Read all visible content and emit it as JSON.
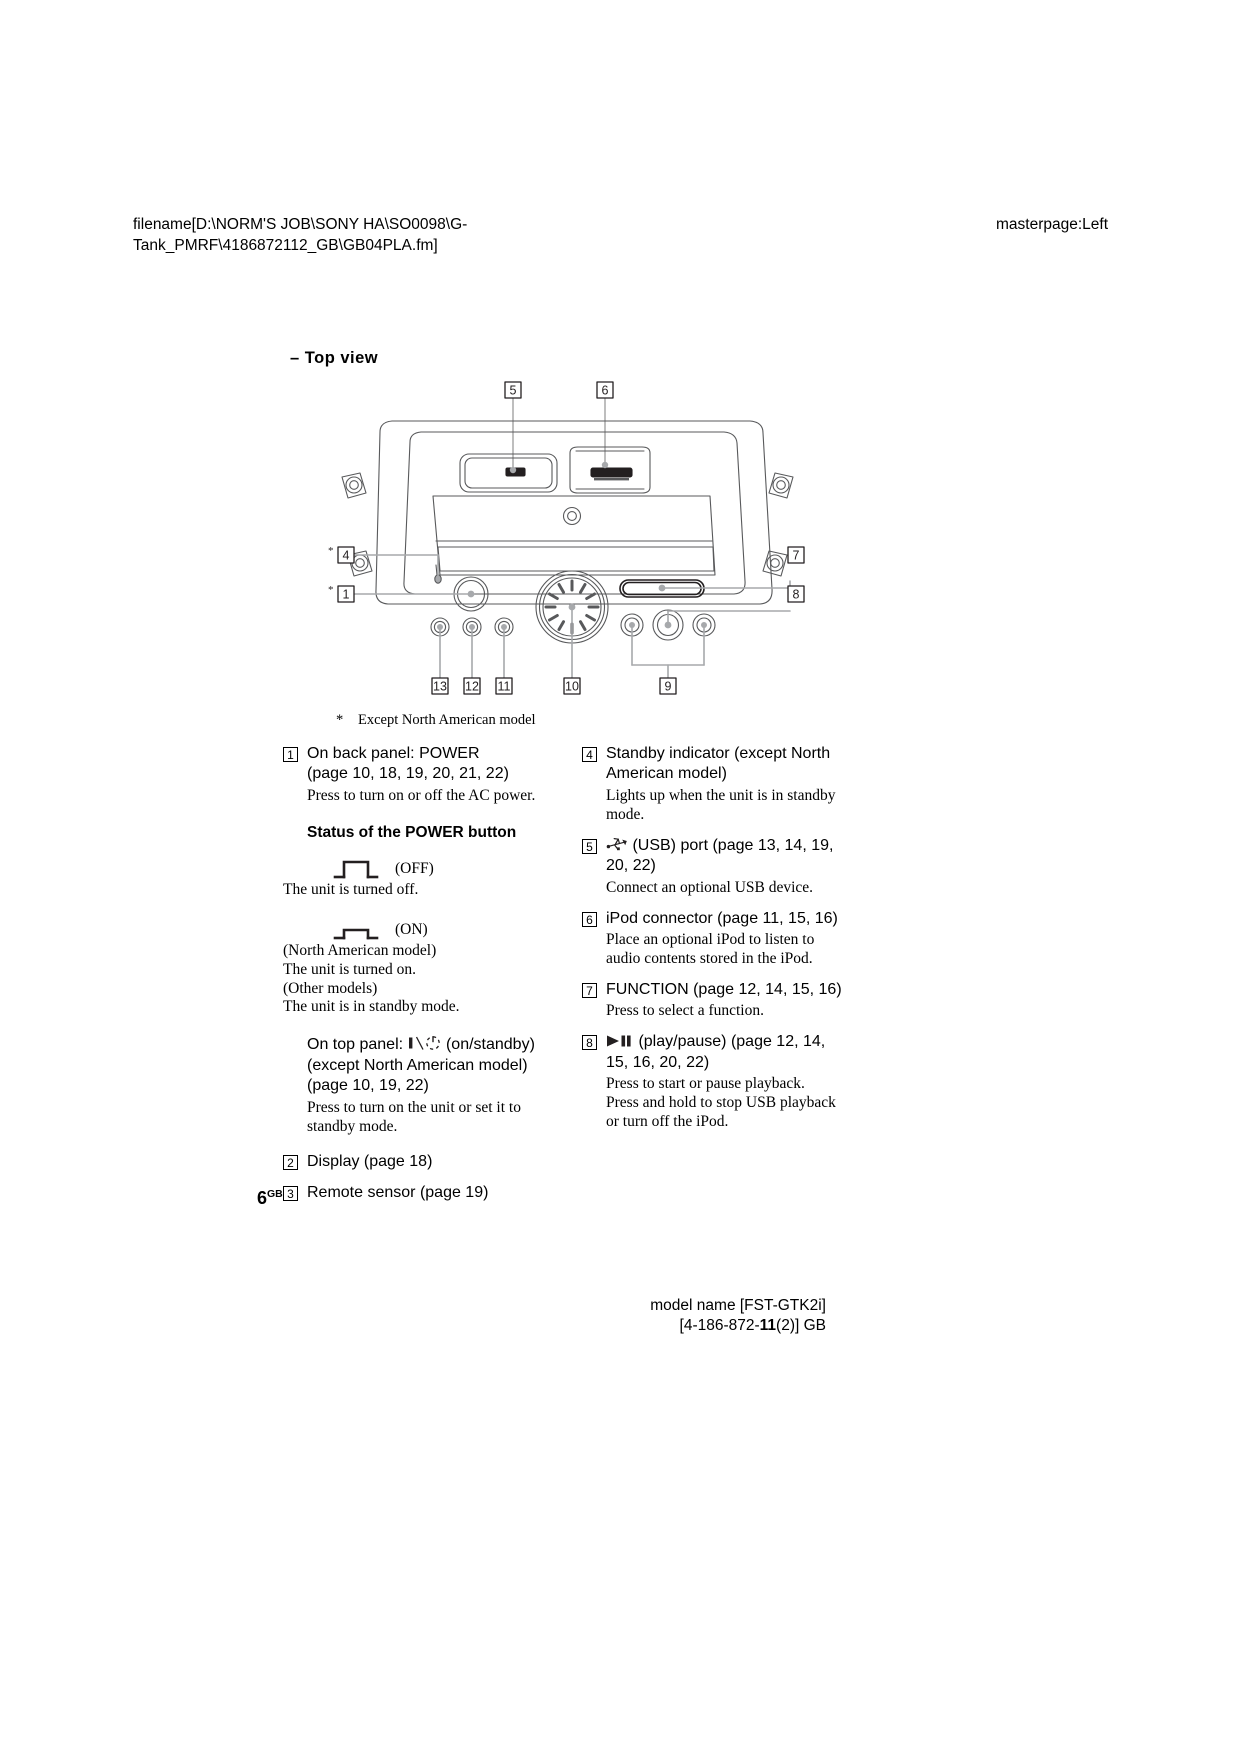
{
  "header": {
    "filename_line1": "filename[D:\\NORM'S JOB\\SONY HA\\SO0098\\G-",
    "filename_line2": "Tank_PMRF\\4186872112_GB\\GB04PLA.fm]",
    "masterpage": "masterpage:Left"
  },
  "section": {
    "title": "– Top view"
  },
  "figure": {
    "callouts": [
      "5",
      "6",
      "4",
      "1",
      "7",
      "8",
      "13",
      "12",
      "11",
      "10",
      "9"
    ],
    "asterisk": "*"
  },
  "footnote": {
    "marker": "*",
    "text": "Except North American model"
  },
  "left_column": {
    "item1": {
      "num": "1",
      "head_line1": "On back panel: POWER",
      "head_line2": "(page 10, 18, 19, 20, 21, 22)",
      "desc": "Press to turn on or off the AC power.",
      "subhead": "Status of the POWER button",
      "off_label": "(OFF)",
      "off_text": "The unit is turned off.",
      "on_label": "(ON)",
      "on_text_line1": "(North American model)",
      "on_text_line2": "The unit is turned on.",
      "on_text_line3": "(Other models)",
      "on_text_line4": "The unit is in standby mode.",
      "top_panel_line1_a": "On top panel: ",
      "top_panel_line1_b": " (on/standby)",
      "top_panel_line2": "(except North American model)",
      "top_panel_line3": "(page 10, 19, 22)",
      "top_panel_desc_line1": "Press to turn on the unit or set it to",
      "top_panel_desc_line2": "standby mode."
    },
    "item2": {
      "num": "2",
      "head": "Display (page 18)"
    },
    "item3": {
      "num": "3",
      "head": "Remote sensor (page 19)"
    }
  },
  "right_column": {
    "item4": {
      "num": "4",
      "head_line1": "Standby indicator (except North",
      "head_line2": "American model)",
      "desc_line1": "Lights up when the unit is in standby",
      "desc_line2": "mode."
    },
    "item5": {
      "num": "5",
      "head_line1_a": " (USB) port (page 13, 14, 19,",
      "head_line2": "20, 22)",
      "desc": "Connect an optional USB device."
    },
    "item6": {
      "num": "6",
      "head": "iPod connector (page 11, 15, 16)",
      "desc_line1": "Place an optional iPod to listen to",
      "desc_line2": "audio contents stored in the iPod."
    },
    "item7": {
      "num": "7",
      "head": "FUNCTION (page 12, 14, 15, 16)",
      "desc": "Press to select a function."
    },
    "item8": {
      "num": "8",
      "head_line1_a": " (play/pause) (page 12, 14,",
      "head_line2": "15, 16, 20, 22)",
      "desc_line1": "Press to start or pause playback.",
      "desc_line2": "Press and hold to stop USB playback",
      "desc_line3": "or turn off the iPod."
    }
  },
  "page_number": {
    "number": "6",
    "suffix": "GB"
  },
  "footer": {
    "model_line": "model name [FST-GTK2i]",
    "part_prefix": "[4-186-872-",
    "part_bold": "11",
    "part_suffix": "(2)] GB"
  }
}
